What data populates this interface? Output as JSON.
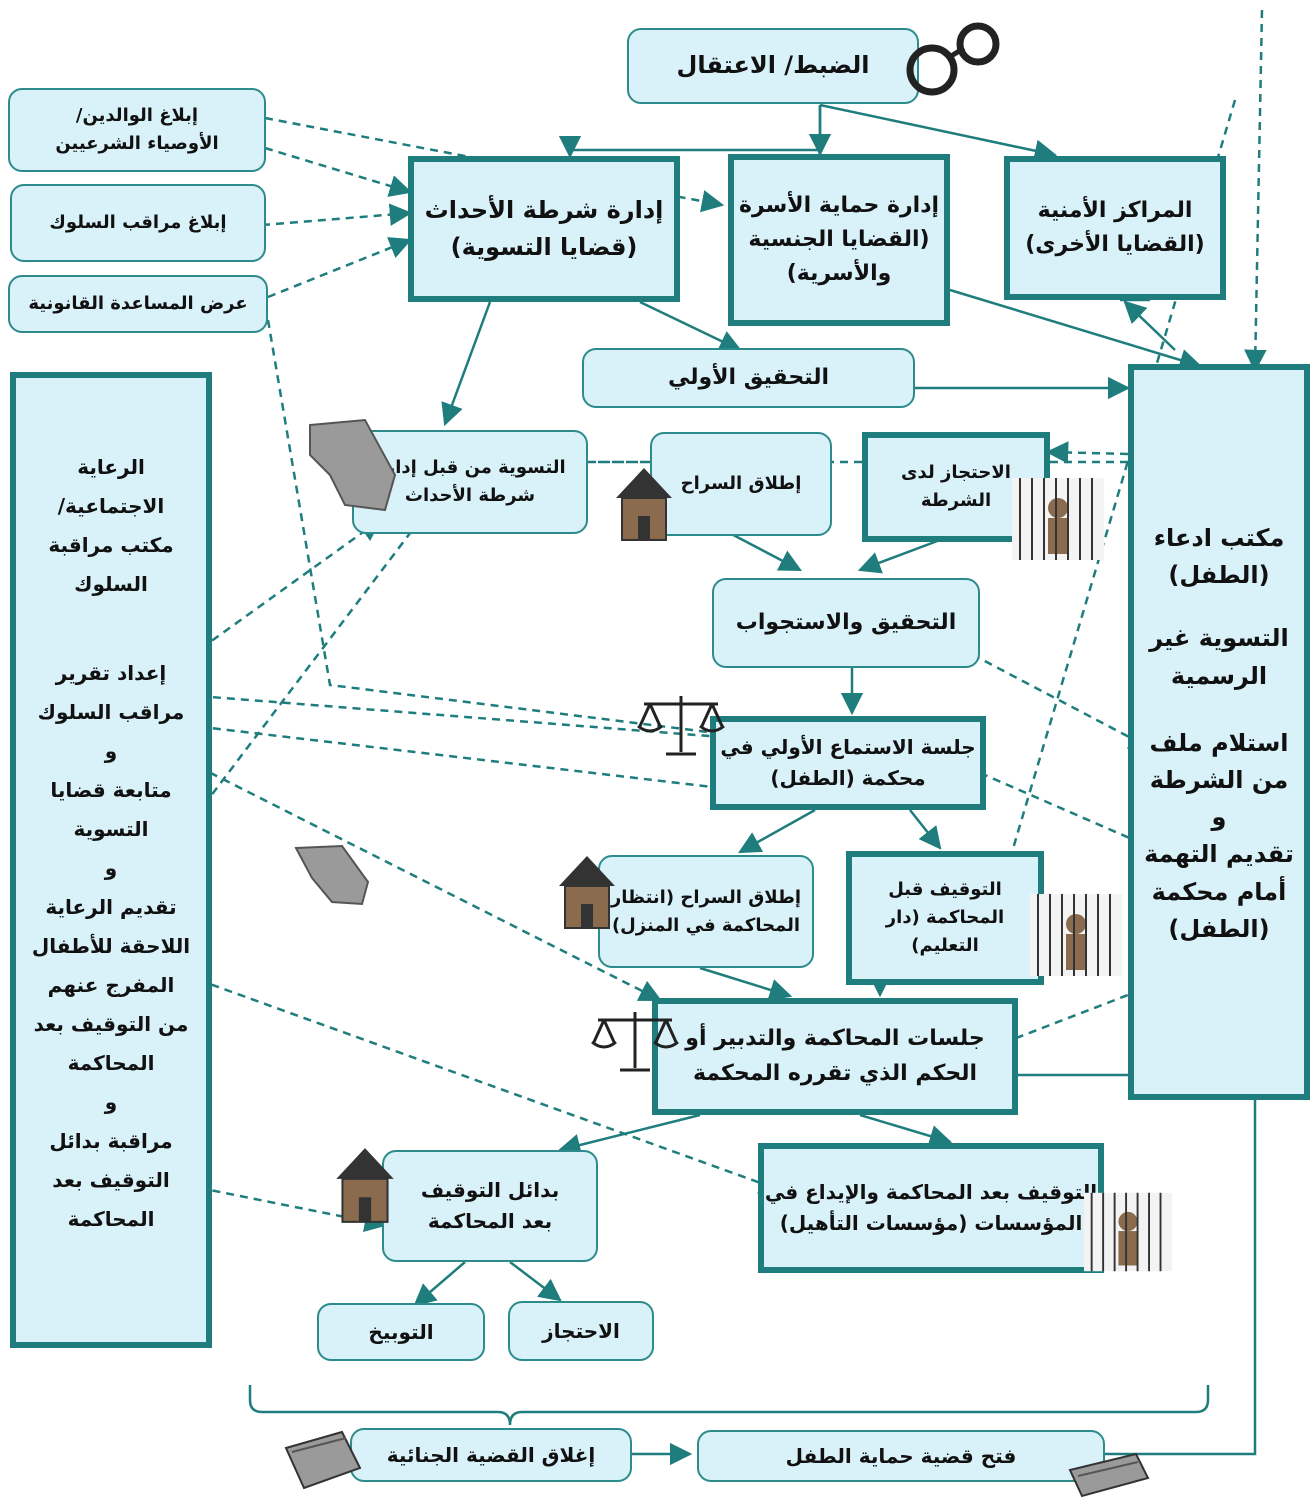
{
  "nodes": {
    "arrest": "الضبط/ الاعتقال",
    "notify_parents": "إبلاغ الوالدين/\nالأوصياء الشرعيين",
    "notify_probation": "إبلاغ مراقب السلوك",
    "legal_aid": "عرض المساعدة القانونية",
    "juvenile_police": "إدارة شرطة الأحداث\n(قضايا التسوية)",
    "family_protection": "إدارة حماية الأسرة\n(القضايا الجنسية\nوالأسرية)",
    "security_centers": "المراكز الأمنية\n(القضايا الأخرى)",
    "preliminary_investigation": "التحقيق الأولي",
    "settlement_juvenile_police": "التسوية من قبل إدارة\nشرطة الأحداث",
    "release": "إطلاق السراح",
    "police_detention": "الاحتجاز لدى\nالشرطة",
    "investigation_interrogation": "التحقيق والاستجواب",
    "first_hearing": "جلسة الاستماع الأولي في\nمحكمة (الطفل)",
    "release_pending_trial": "إطلاق السراح (انتظار\nالمحاكمة في المنزل)",
    "pretrial_detention": "التوقيف قبل\nالمحاكمة (دار\nالتعليم)",
    "trial_sessions": "جلسات المحاكمة والتدبير أو\nالحكم الذي تقرره المحكمة",
    "alternatives": "بدائل التوقيف\nبعد المحاكمة",
    "post_trial_detention": "التوقيف بعد المحاكمة والإيداع في\nالمؤسسات (مؤسسات التأهيل)",
    "reprimand": "التوبيخ",
    "detention": "الاحتجاز",
    "close_case": "إغلاق القضية الجنائية",
    "open_child_protection": "فتح قضية حماية الطفل"
  },
  "prosecution": {
    "title": "مكتب ادعاء\n(الطفل)",
    "informal": "التسوية غير\nالرسمية",
    "duties": "استلام ملف\nمن الشرطة\nو\nتقديم التهمة\nأمام محكمة\n(الطفل)"
  },
  "social_care": {
    "title": "الرعاية\nالاجتماعية/\nمكتب مراقبة\nالسلوك",
    "duties": "إعداد تقرير\nمراقب السلوك\nو\nمتابعة قضايا\nالتسوية\nو\nتقديم الرعاية\nاللاحقة للأطفال\nالمفرج عنهم\nمن التوقيف بعد\nالمحاكمة\nو\nمراقبة بدائل\nالتوقيف بعد\nالمحاكمة"
  },
  "colors": {
    "box_fill": "#d9f1f9",
    "thin_border": "#2e8b8b",
    "thick_border": "#1f7d7d",
    "arrow": "#1f7d7d"
  },
  "icons": [
    "handcuffs-icon",
    "house-icon",
    "jail-icon",
    "scales-icon",
    "hand-icon",
    "folder-icon"
  ]
}
